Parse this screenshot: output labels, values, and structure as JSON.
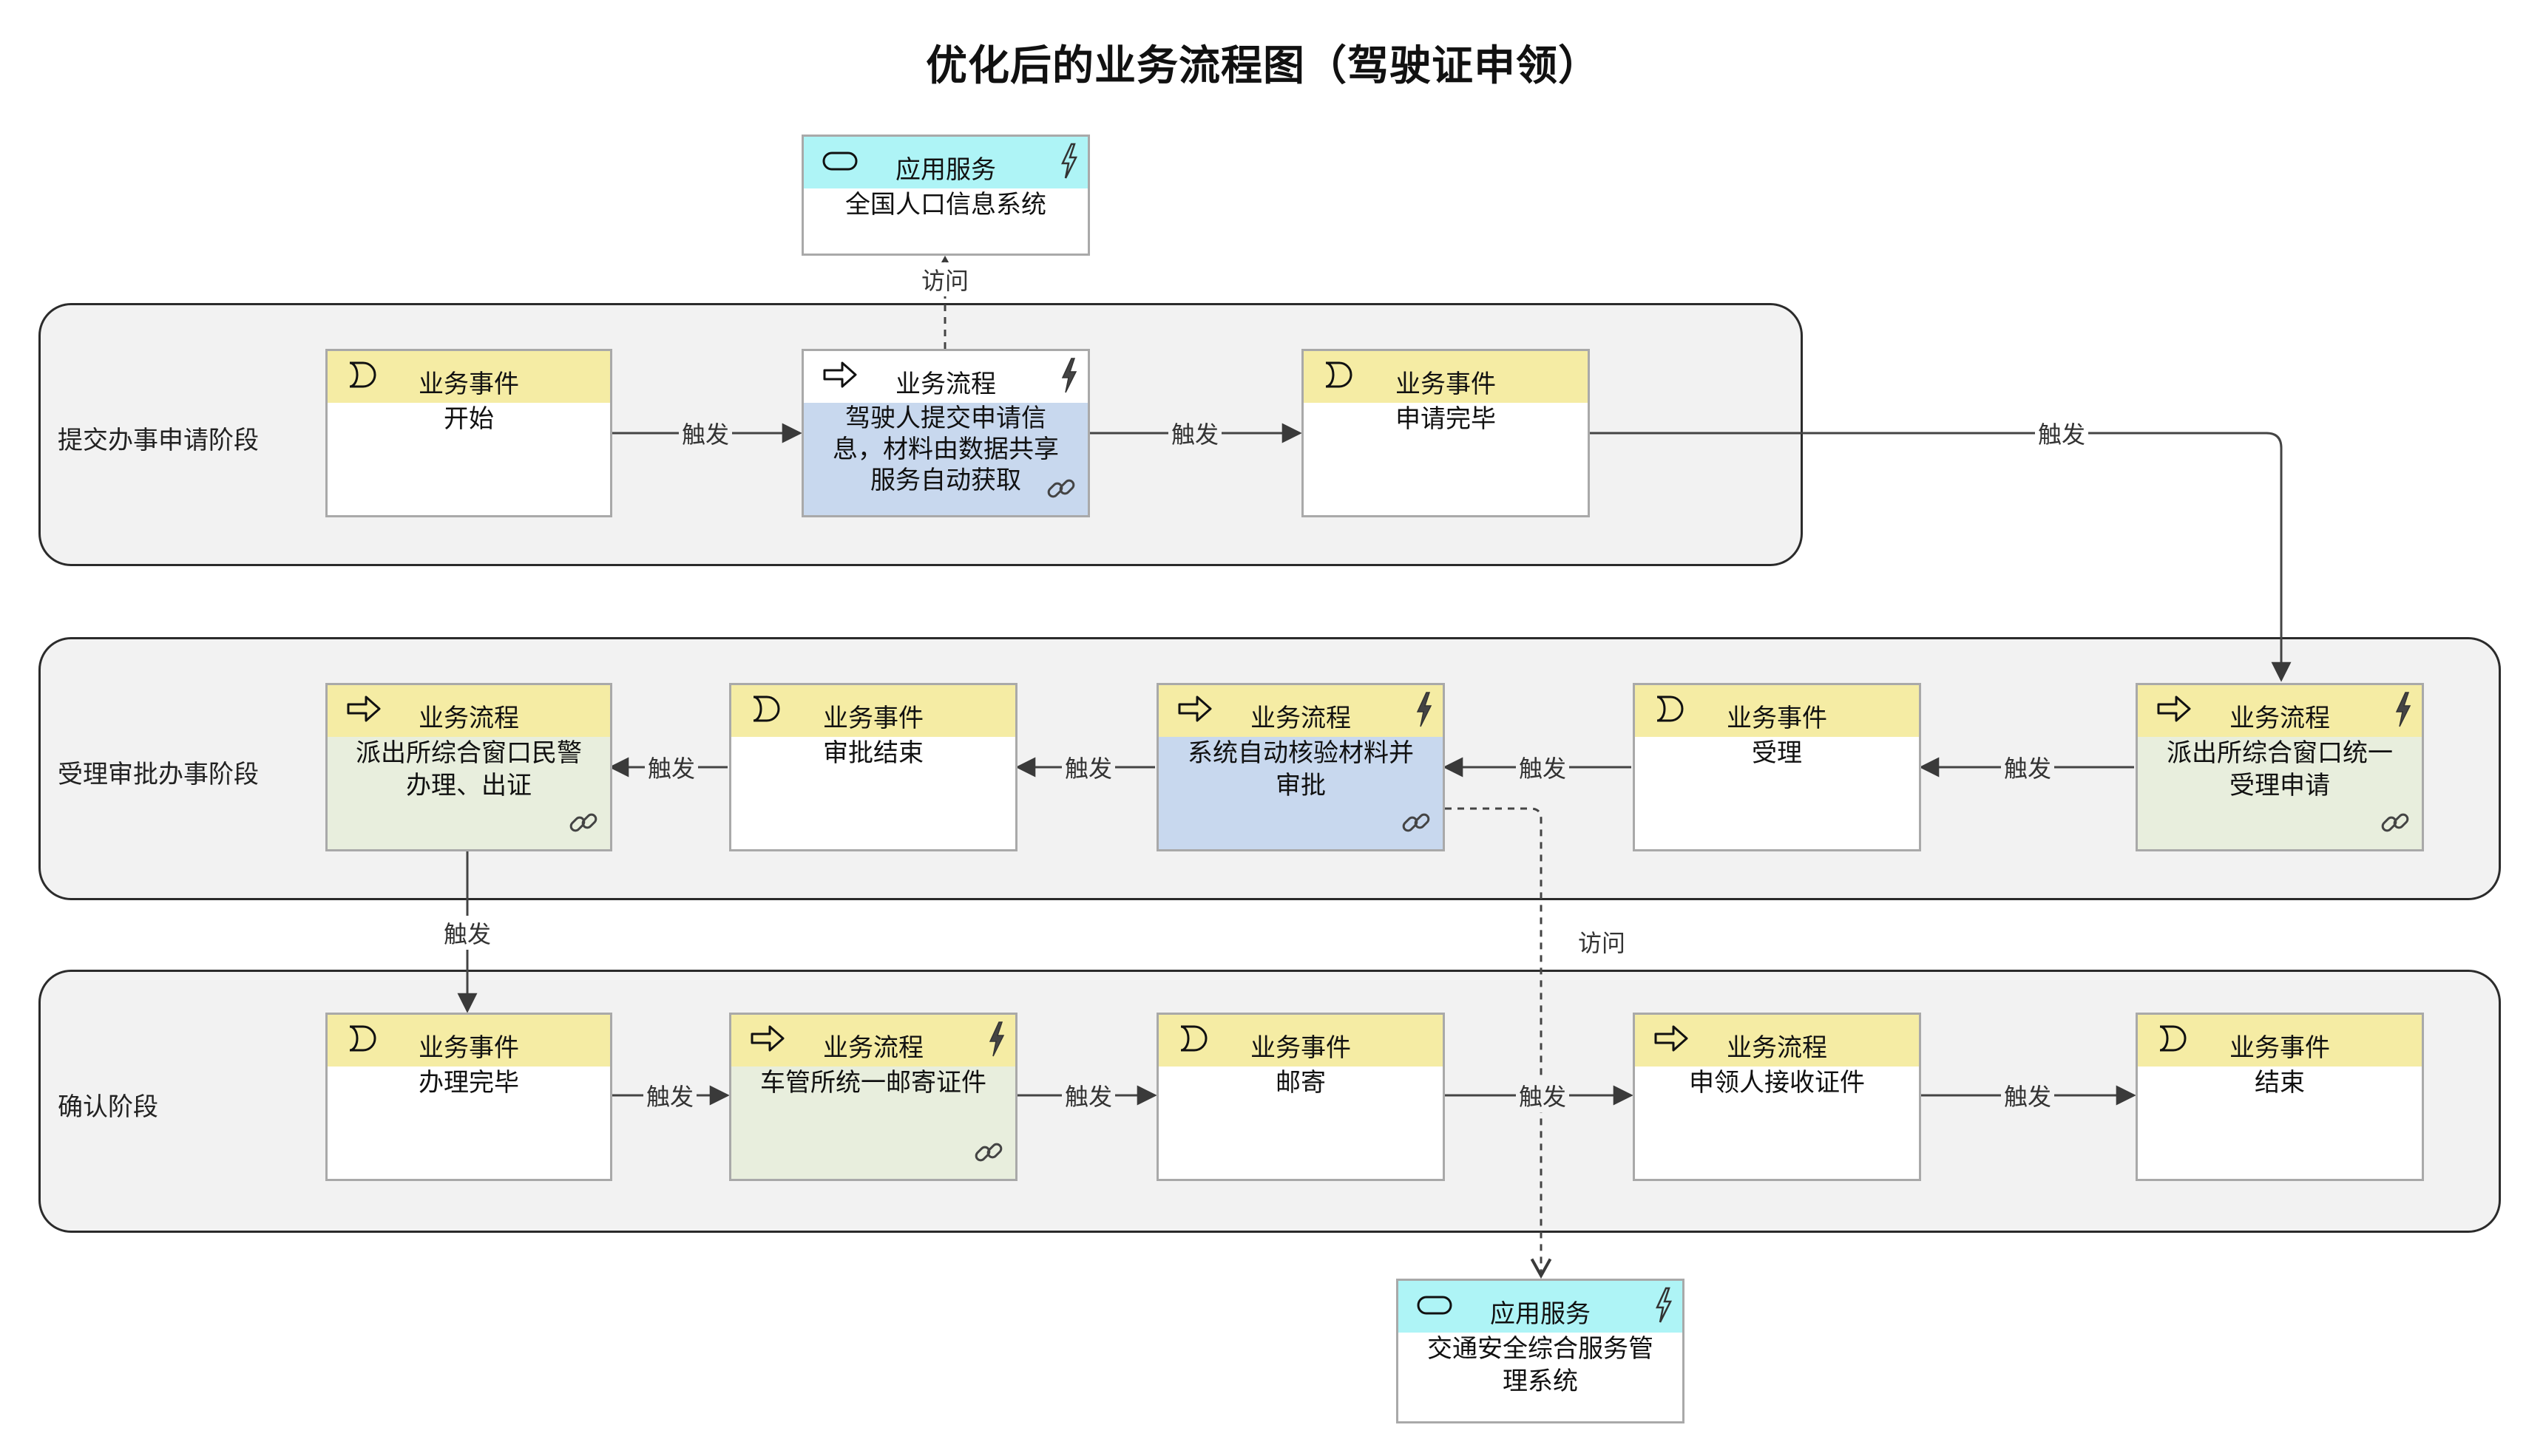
{
  "title": "优化后的业务流程图（驾驶证申领）",
  "lanes": [
    {
      "label": "提交办事申请阶段"
    },
    {
      "label": "受理审批办事阶段"
    },
    {
      "label": "确认阶段"
    }
  ],
  "nodes": {
    "app_top": {
      "type": "应用服务",
      "text": "全国人口信息系统"
    },
    "app_bottom": {
      "type": "应用服务",
      "text": "交通安全综合服务管理系统"
    },
    "n_start": {
      "type": "业务事件",
      "text": "开始"
    },
    "n_submit": {
      "type": "业务流程",
      "text": "驾驶人提交申请信息，材料由数据共享服务自动获取"
    },
    "n_submitted": {
      "type": "业务事件",
      "text": "申请完毕"
    },
    "n_window_accept": {
      "type": "业务流程",
      "text": "派出所综合窗口统一受理申请"
    },
    "n_accepted": {
      "type": "业务事件",
      "text": "受理"
    },
    "n_auto_verify": {
      "type": "业务流程",
      "text": "系统自动核验材料并审批"
    },
    "n_approved": {
      "type": "业务事件",
      "text": "审批结束"
    },
    "n_police_issue": {
      "type": "业务流程",
      "text": "派出所综合窗口民警办理、出证"
    },
    "n_done": {
      "type": "业务事件",
      "text": "办理完毕"
    },
    "n_mail_cert": {
      "type": "业务流程",
      "text": "车管所统一邮寄证件"
    },
    "n_mailed": {
      "type": "业务事件",
      "text": "邮寄"
    },
    "n_receive": {
      "type": "业务流程",
      "text": "申领人接收证件"
    },
    "n_end": {
      "type": "业务事件",
      "text": "结束"
    }
  },
  "edges": {
    "trigger": "触发",
    "access": "访问"
  },
  "colors": {
    "event_header": "#f5eca4",
    "app_header": "#aef4f6",
    "process_blue": "#c8d8ee",
    "process_green": "#e8eedd",
    "lane_fill": "#f2f2f2"
  },
  "icons": {
    "event": "event-icon",
    "process": "process-arrow-icon",
    "service": "service-pill-icon",
    "flash": "lightning-icon",
    "link": "link-icon"
  }
}
